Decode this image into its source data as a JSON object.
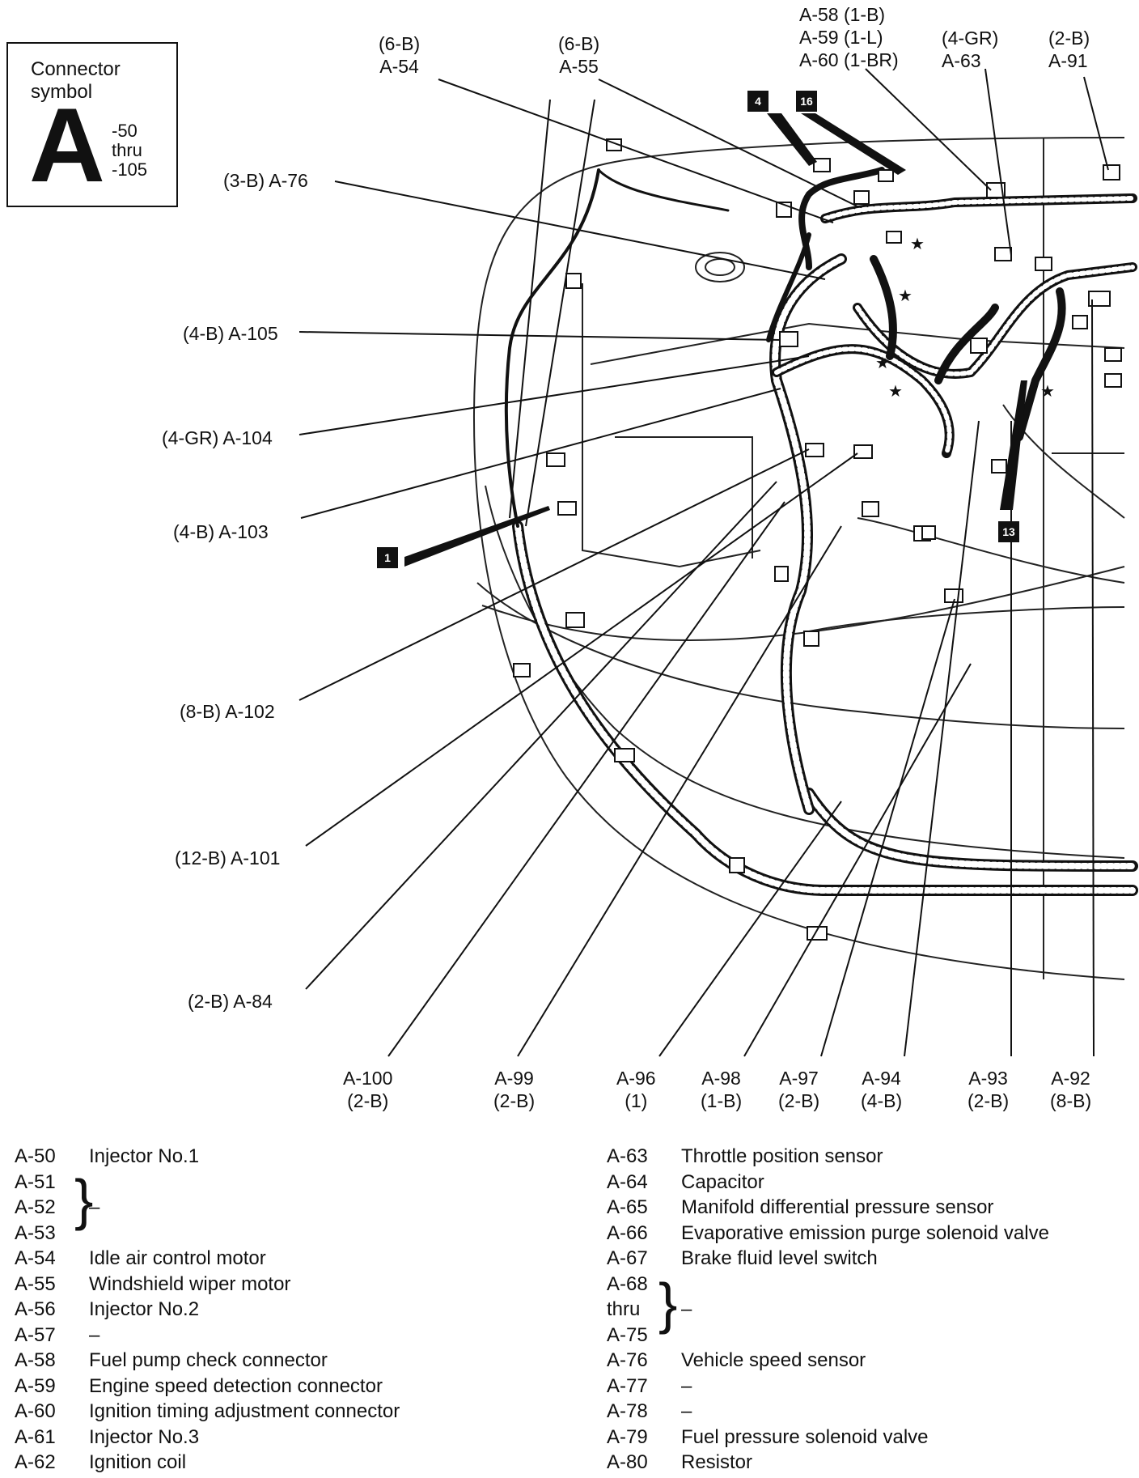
{
  "legend": {
    "title": "Connector\nsymbol",
    "letter": "A",
    "range": "-50\nthru\n-105"
  },
  "callouts": {
    "a54": "(6-B)\nA-54",
    "a55": "(6-B)\nA-55",
    "a58_60": "A-58 (1-B)\nA-59 (1-L)\nA-60 (1-BR)",
    "a63": "(4-GR)\nA-63",
    "a91": "(2-B)\nA-91",
    "a76": "(3-B) A-76",
    "a105": "(4-B) A-105",
    "a104": "(4-GR) A-104",
    "a103": "(4-B) A-103",
    "a102": "(8-B) A-102",
    "a101": "(12-B) A-101",
    "a84": "(2-B) A-84",
    "a100": "A-100\n(2-B)",
    "a99": "A-99\n(2-B)",
    "a96": "A-96\n(1)",
    "a98": "A-98\n(1-B)",
    "a97": "A-97\n(2-B)",
    "a94": "A-94\n(4-B)",
    "a93": "A-93\n(2-B)",
    "a92": "A-92\n(8-B)"
  },
  "badges": {
    "b4": "4",
    "b16": "16",
    "b1": "1",
    "b13": "13"
  },
  "list_left": [
    {
      "code": "A-50",
      "desc": "Injector No.1"
    },
    {
      "code": "A-51",
      "desc": ""
    },
    {
      "code": "A-52",
      "desc": "–"
    },
    {
      "code": "A-53",
      "desc": ""
    },
    {
      "code": "A-54",
      "desc": "Idle air control motor"
    },
    {
      "code": "A-55",
      "desc": "Windshield wiper motor"
    },
    {
      "code": "A-56",
      "desc": "Injector No.2"
    },
    {
      "code": "A-57",
      "desc": "–"
    },
    {
      "code": "A-58",
      "desc": "Fuel pump check connector"
    },
    {
      "code": "A-59",
      "desc": "Engine speed detection connector"
    },
    {
      "code": "A-60",
      "desc": "Ignition timing adjustment connector"
    },
    {
      "code": "A-61",
      "desc": "Injector No.3"
    },
    {
      "code": "A-62",
      "desc": "Ignition coil"
    }
  ],
  "list_right": [
    {
      "code": "A-63",
      "desc": "Throttle position sensor"
    },
    {
      "code": "A-64",
      "desc": "Capacitor"
    },
    {
      "code": "A-65",
      "desc": "Manifold differential pressure sensor"
    },
    {
      "code": "A-66",
      "desc": "Evaporative emission purge solenoid valve"
    },
    {
      "code": "A-67",
      "desc": "Brake fluid level switch"
    },
    {
      "code": "A-68",
      "desc": ""
    },
    {
      "code": "thru",
      "desc": "–"
    },
    {
      "code": "A-75",
      "desc": ""
    },
    {
      "code": "A-76",
      "desc": "Vehicle speed sensor"
    },
    {
      "code": "A-77",
      "desc": "–"
    },
    {
      "code": "A-78",
      "desc": "–"
    },
    {
      "code": "A-79",
      "desc": "Fuel pressure solenoid valve"
    },
    {
      "code": "A-80",
      "desc": "Resistor"
    }
  ]
}
